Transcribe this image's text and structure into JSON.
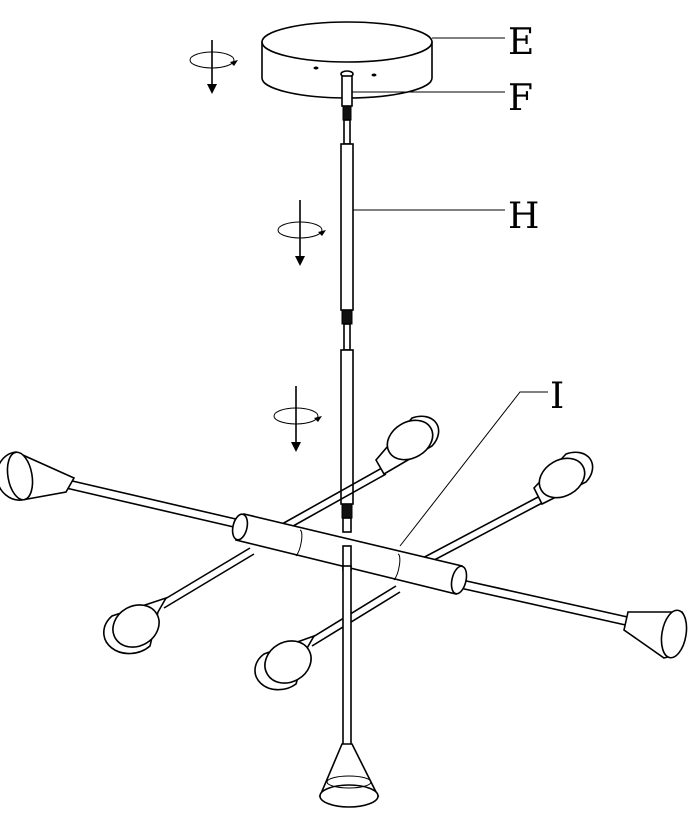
{
  "labels": {
    "E": "E",
    "F": "F",
    "H": "H",
    "I": "I"
  },
  "icons": [
    "rotate-down-arrow-icon",
    "rotate-down-arrow-icon",
    "rotate-down-arrow-icon"
  ]
}
